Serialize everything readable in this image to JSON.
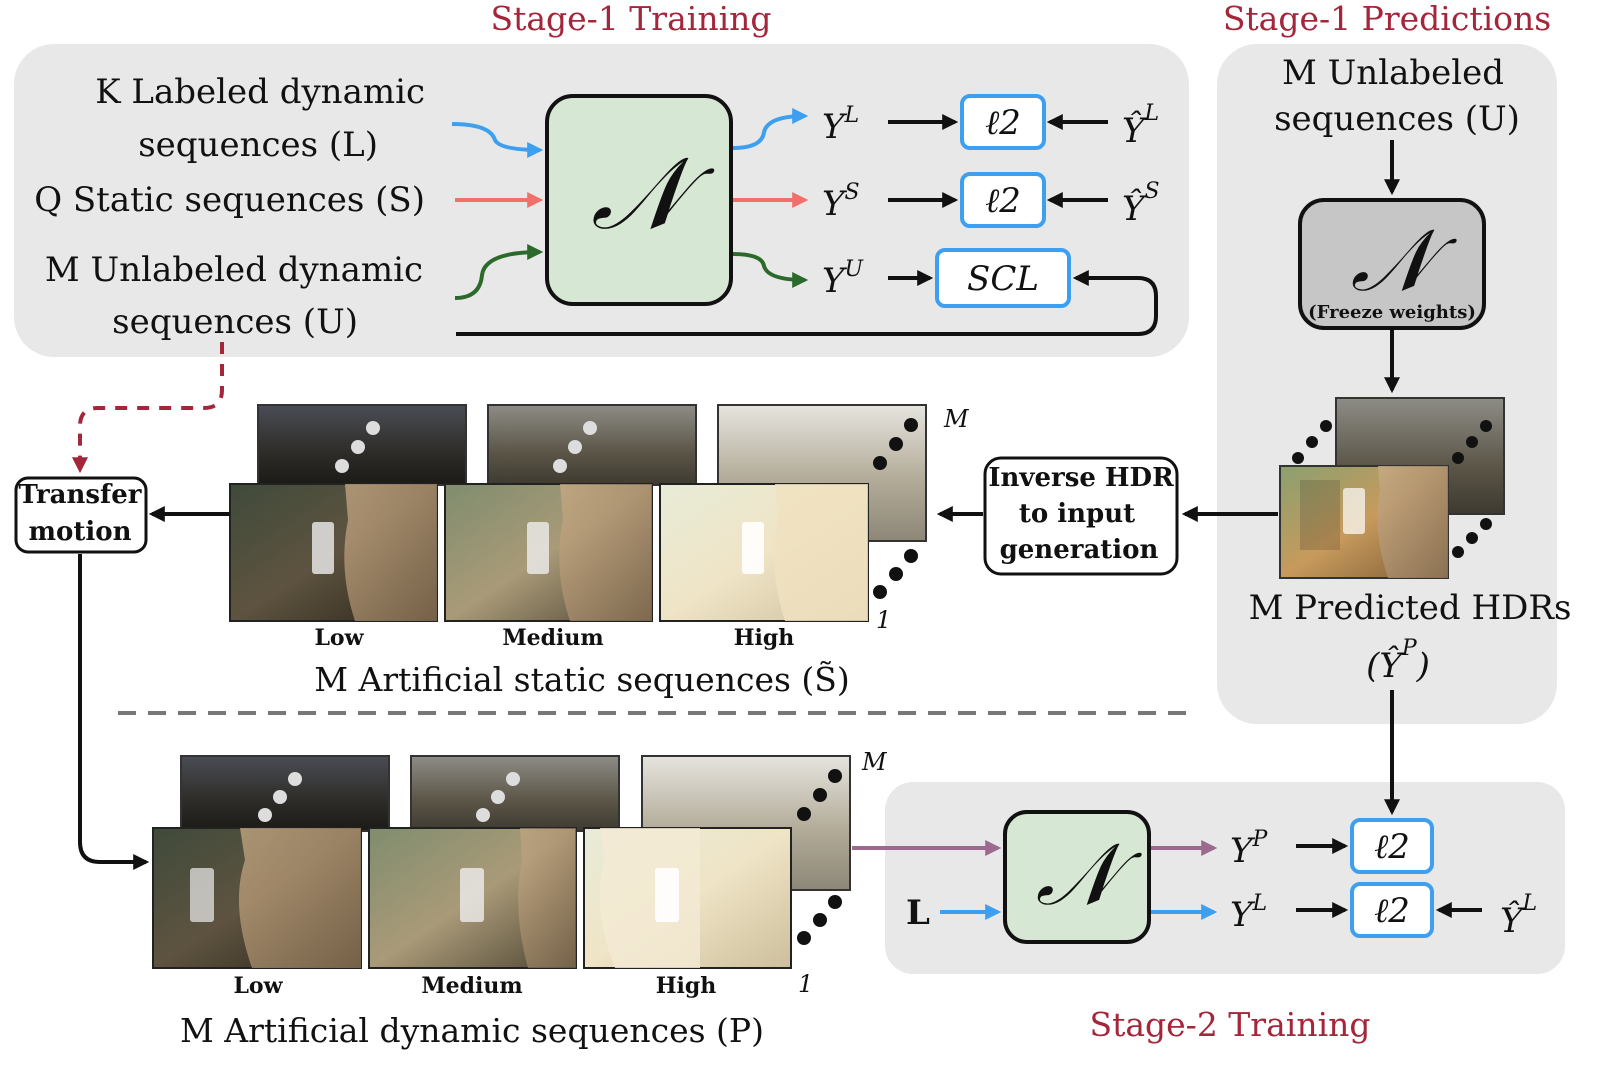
{
  "headings": {
    "stage1_training": "Stage-1 Training",
    "stage1_predictions": "Stage-1 Predictions",
    "stage2_training": "Stage-2 Training"
  },
  "stage1_inputs": {
    "labeled_line1": "K Labeled dynamic",
    "labeled_line2": "sequences (L)",
    "static_line": "Q Static sequences (S)",
    "unlabeled_line1": "M Unlabeled dynamic",
    "unlabeled_line2": "sequences (U)"
  },
  "network_symbol": "𝒩",
  "stage1_outputs": {
    "y_l": "Y",
    "y_l_sup": "L",
    "y_s": "Y",
    "y_s_sup": "S",
    "y_u": "Y",
    "y_u_sup": "U",
    "loss_l2": "ℓ2",
    "loss_scl": "SCL",
    "gt_l": "Ŷ",
    "gt_l_sup": "L",
    "gt_s": "Ŷ",
    "gt_s_sup": "S"
  },
  "predictions": {
    "unlabeled_line1": "M Unlabeled",
    "unlabeled_line2": "sequences (U)",
    "freeze_label": "(Freeze weights)",
    "predicted_line1": "M Predicted HDRs",
    "predicted_line2": "(Ŷ",
    "predicted_sup": "P",
    "predicted_close": ")"
  },
  "boxes": {
    "transfer_line1": "Transfer",
    "transfer_line2": "motion",
    "inverse_line1": "Inverse HDR",
    "inverse_line2": "to input",
    "inverse_line3": "generation"
  },
  "static_seq": {
    "exposures": [
      "Low",
      "Medium",
      "High"
    ],
    "stack_top": "M",
    "stack_bottom": "1",
    "caption": "M Artificial static sequences (S̃)"
  },
  "dynamic_seq": {
    "exposures": [
      "Low",
      "Medium",
      "High"
    ],
    "stack_top": "M",
    "stack_bottom": "1",
    "caption": "M Artificial dynamic sequences (P)"
  },
  "stage2": {
    "input_l": "L",
    "y_p": "Y",
    "y_p_sup": "P",
    "y_l": "Y",
    "y_l_sup": "L",
    "loss_l2": "ℓ2",
    "gt_l": "Ŷ",
    "gt_l_sup": "L"
  },
  "colors": {
    "labeled": "#3d9ff0",
    "static": "#f2706b",
    "unlabeled": "#2c6a2c",
    "pseudo": "#9c6a8e",
    "heading": "#a3263a",
    "panel": "#e8e8e8",
    "network_fill": "#d6e8d3",
    "frozen_fill": "#c6c6c6",
    "loss_border": "#3d9ff0",
    "transfer_dash": "#a3263a"
  }
}
